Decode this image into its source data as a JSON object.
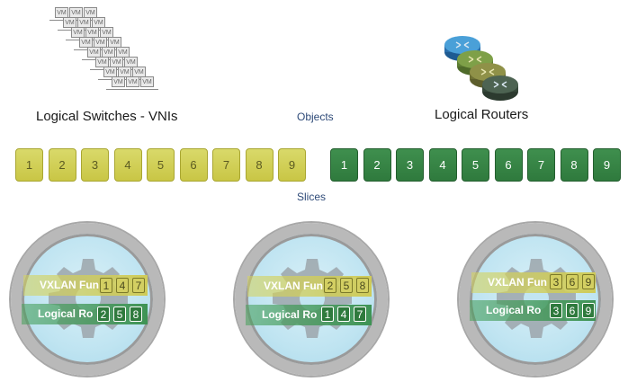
{
  "labels": {
    "switches": "Logical Switches - VNIs",
    "objects": "Objects",
    "routers": "Logical Routers",
    "slices": "Slices"
  },
  "yellow_slices": [
    "1",
    "2",
    "3",
    "4",
    "5",
    "6",
    "7",
    "8",
    "9"
  ],
  "green_slices": [
    "1",
    "2",
    "3",
    "4",
    "5",
    "6",
    "7",
    "8",
    "9"
  ],
  "vm_label": "VM",
  "nodes": [
    {
      "vxlan_label": "VXLAN Fun",
      "vxlan_nums": [
        "1",
        "4",
        "7"
      ],
      "router_label": "Logical Ro",
      "router_nums": [
        "2",
        "5",
        "8"
      ]
    },
    {
      "vxlan_label": "VXLAN Fun",
      "vxlan_nums": [
        "2",
        "5",
        "8"
      ],
      "router_label": "Logical Ro",
      "router_nums": [
        "1",
        "4",
        "7"
      ]
    },
    {
      "vxlan_label": "VXLAN Fun",
      "vxlan_nums": [
        "3",
        "6",
        "9"
      ],
      "router_label": "Logical Ro",
      "router_nums": [
        "3",
        "6",
        "9"
      ]
    }
  ],
  "colors": {
    "yellow": "#c9c645",
    "green": "#2f7a3d",
    "ring": "#b9b9b9",
    "node_fill": "#bfe4f1"
  }
}
